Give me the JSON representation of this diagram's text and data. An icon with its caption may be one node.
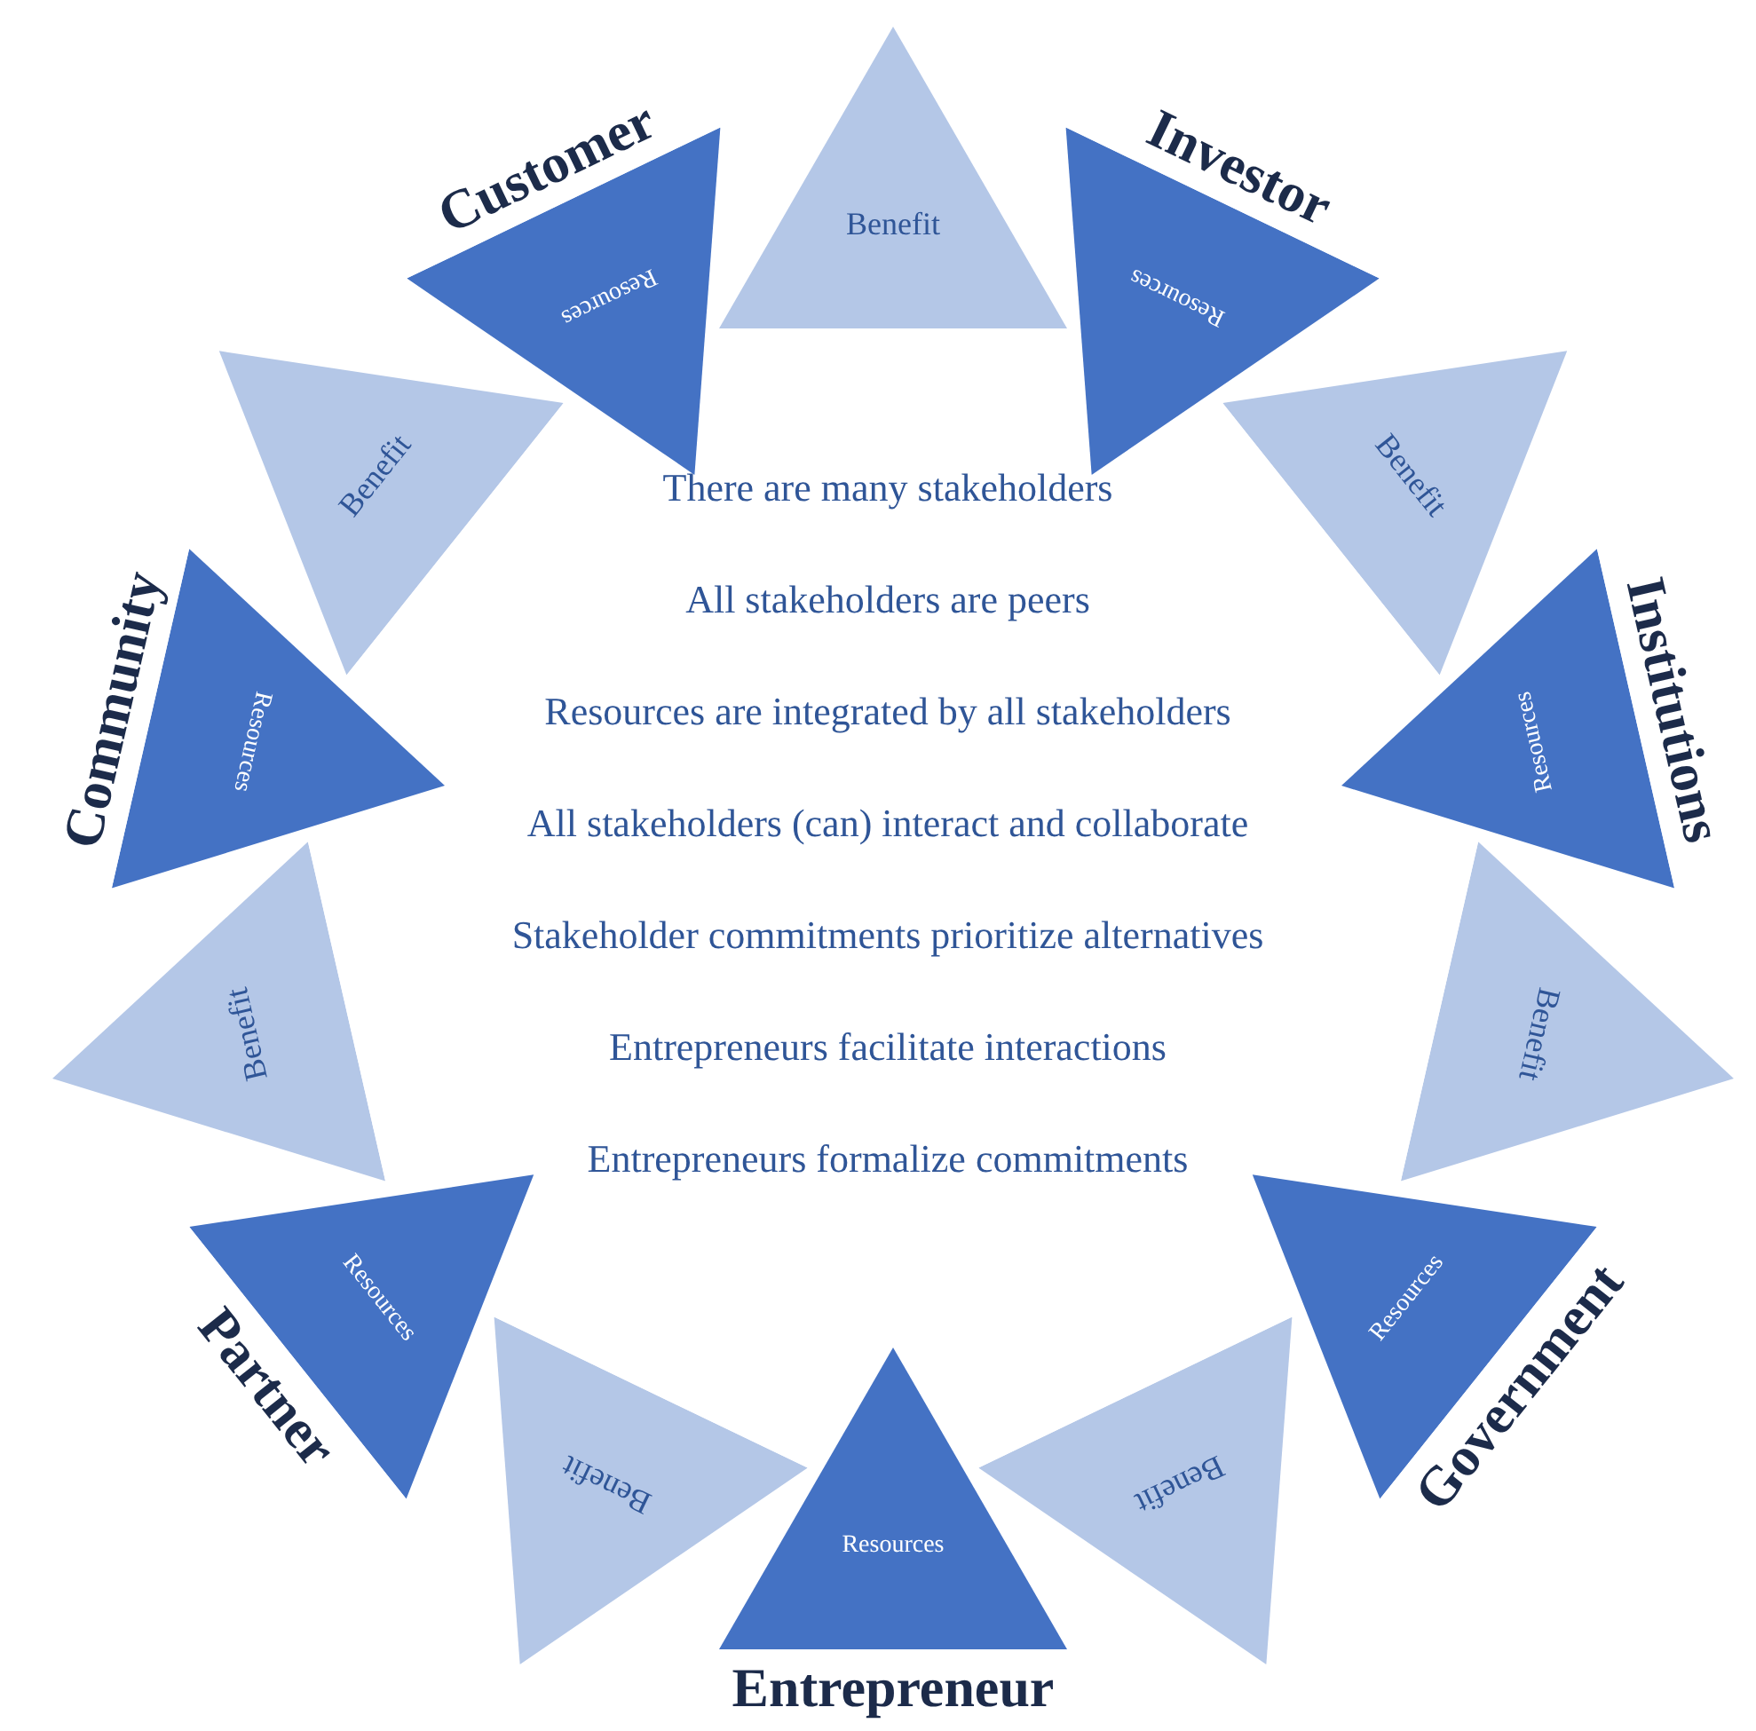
{
  "diagram": {
    "nodes": [
      {
        "text": [
          "Resources"
        ],
        "beside": [
          "Customer"
        ]
      },
      {
        "text": [
          "Benefit"
        ]
      },
      {
        "text": [
          "Resources"
        ],
        "beside": [
          "Investor"
        ]
      },
      {
        "text": [
          "Benefit"
        ]
      },
      {
        "text": [
          "Resources"
        ],
        "beside": [
          "Institutions"
        ]
      },
      {
        "text": [
          "Benefit"
        ]
      },
      {
        "text": [
          "Resources"
        ],
        "beside": [
          "Government"
        ]
      },
      {
        "text": [
          "Benefit"
        ]
      },
      {
        "text": [
          "Resources"
        ],
        "beside": [
          "Entrepreneur"
        ]
      },
      {
        "text": [
          "Benefit"
        ]
      },
      {
        "text": [
          "Resources"
        ],
        "beside": [
          "Partner"
        ]
      },
      {
        "text": [
          "Benefit"
        ]
      },
      {
        "text": [
          "Resources"
        ],
        "beside": [
          "Community"
        ]
      },
      {
        "text": [
          "Benefit"
        ]
      }
    ],
    "labels": [
      "There are many stakeholders",
      "All stakeholders are peers",
      "Resources are integrated by all stakeholders",
      "All stakeholders (can) interact and collaborate",
      "Stakeholder commitments prioritize alternatives",
      "Entrepreneurs facilitate interactions",
      "Entrepreneurs formalize commitments"
    ]
  }
}
